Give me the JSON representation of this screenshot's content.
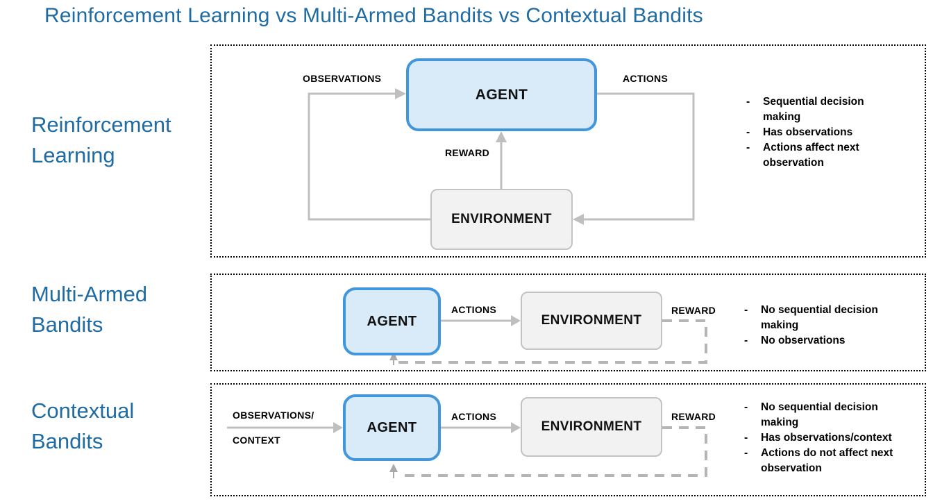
{
  "title": "Reinforcement Learning vs Multi-Armed Bandits vs Contextual Bandits",
  "colors": {
    "heading_blue": "#1F6BA2",
    "agent_fill": "#D9EAF8",
    "agent_border": "#4296DB",
    "environment_fill": "#F2F2F2",
    "environment_border": "#C3C3C3",
    "arrow_gray": "#BFBFBF",
    "dashed_gray": "#B5B5B5",
    "panel_border": "#000000",
    "text_black": "#111111"
  },
  "panels": [
    {
      "name": "Reinforcement Learning",
      "side_label": {
        "line1": "Reinforcement",
        "line2": "Learning"
      },
      "agent_label": "AGENT",
      "environment_label": "ENVIRONMENT",
      "arrow_labels": {
        "observations": "OBSERVATIONS",
        "actions": "ACTIONS",
        "reward": "REWARD"
      },
      "bullets": [
        "Sequential decision making",
        "Has observations",
        "Actions affect next observation"
      ]
    },
    {
      "name": "Multi-Armed Bandits",
      "side_label": {
        "line1": "Multi-Armed",
        "line2": "Bandits"
      },
      "agent_label": "AGENT",
      "environment_label": "ENVIRONMENT",
      "arrow_labels": {
        "actions": "ACTIONS",
        "reward": "REWARD"
      },
      "bullets": [
        "No sequential decision making",
        "No observations"
      ]
    },
    {
      "name": "Contextual Bandits",
      "side_label": {
        "line1": "Contextual",
        "line2": "Bandits"
      },
      "agent_label": "AGENT",
      "environment_label": "ENVIRONMENT",
      "arrow_labels": {
        "observations_line1": "OBSERVATIONS/",
        "observations_line2": "CONTEXT",
        "actions": "ACTIONS",
        "reward": "REWARD"
      },
      "bullets": [
        "No sequential decision making",
        "Has observations/context",
        "Actions do not affect next observation"
      ]
    }
  ]
}
